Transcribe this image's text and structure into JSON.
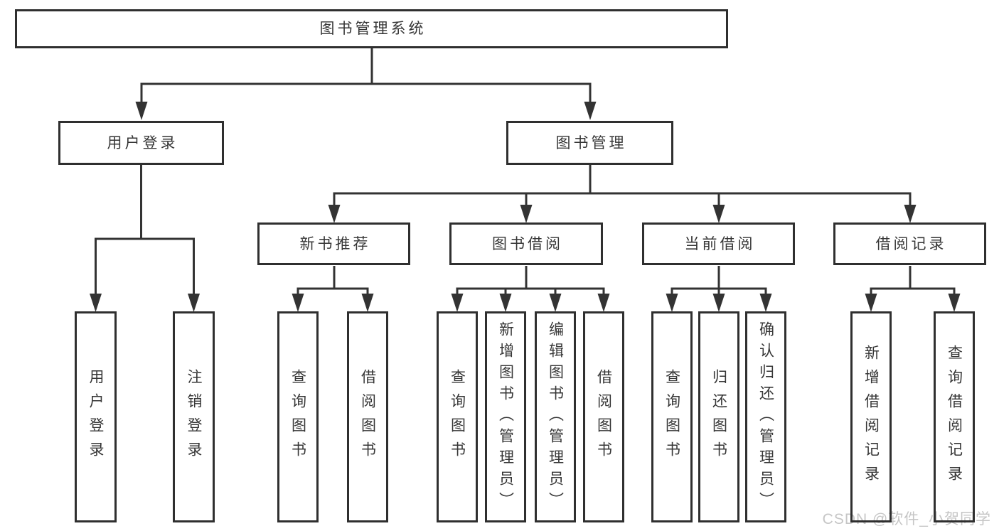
{
  "diagram": {
    "root": {
      "label": "图书管理系统"
    },
    "branches": {
      "user_login": {
        "label": "用户登录",
        "children": [
          {
            "label": "用户登录"
          },
          {
            "label": "注销登录"
          }
        ]
      },
      "book_mgmt": {
        "label": "图书管理",
        "groups": [
          {
            "label": "新书推荐",
            "children": [
              {
                "label": "查询图书"
              },
              {
                "label": "借阅图书"
              }
            ]
          },
          {
            "label": "图书借阅",
            "children": [
              {
                "label": "查询图书"
              },
              {
                "label": "新增图书（管理员）"
              },
              {
                "label": "编辑图书（管理员）"
              },
              {
                "label": "借阅图书"
              }
            ]
          },
          {
            "label": "当前借阅",
            "children": [
              {
                "label": "查询图书"
              },
              {
                "label": "归还图书"
              },
              {
                "label": "确认归还（管理员）"
              }
            ]
          },
          {
            "label": "借阅记录",
            "children": [
              {
                "label": "新增借阅记录"
              },
              {
                "label": "查询借阅记录"
              }
            ]
          }
        ]
      }
    }
  },
  "watermark": {
    "text": "CSDN @软件_小贺同学"
  },
  "colors": {
    "line": "#333333",
    "border": "#2f2f2f",
    "text": "#363636",
    "watermark": "#c6c6c6",
    "background": "#ffffff"
  }
}
